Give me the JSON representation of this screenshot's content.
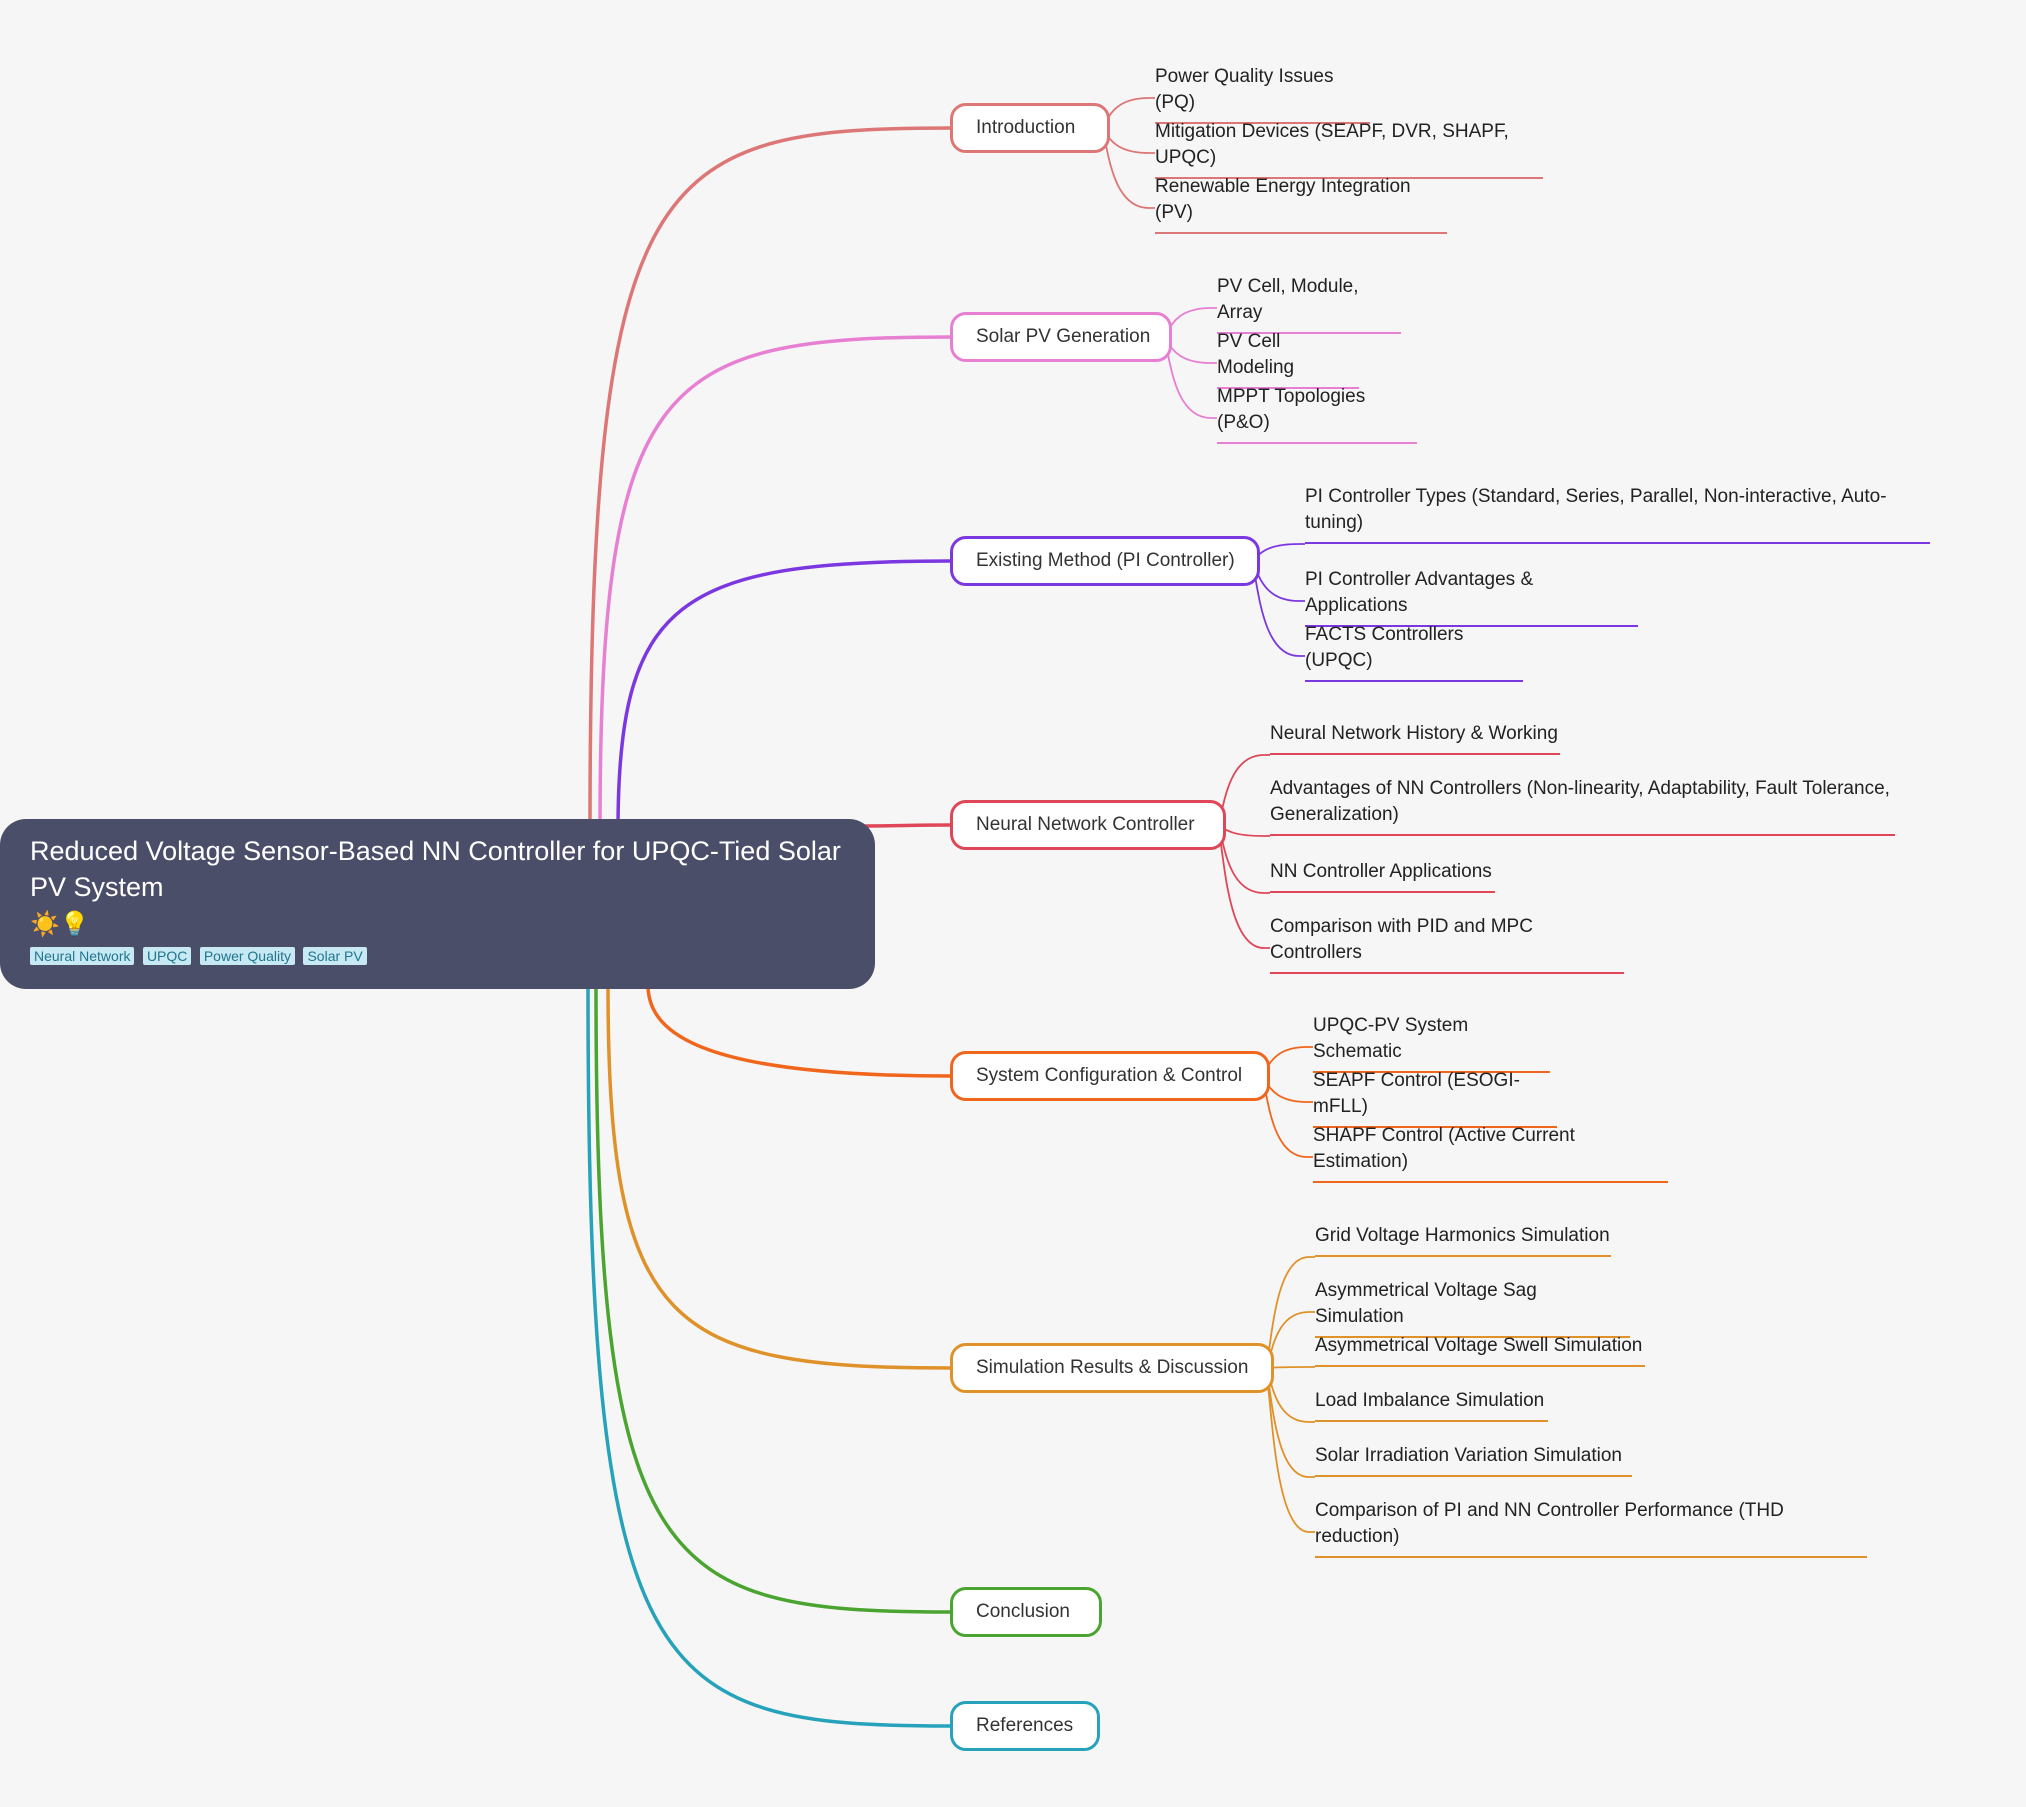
{
  "root": {
    "title": "Reduced Voltage Sensor-Based NN Controller for UPQC-Tied Solar PV System",
    "emoji": "☀️💡",
    "tags": [
      "Neural Network",
      "UPQC",
      "Power Quality",
      "Solar PV"
    ]
  },
  "branches": [
    {
      "label": "Introduction",
      "color": "#dd7676",
      "children": [
        "Power Quality Issues (PQ)",
        "Mitigation Devices (SEAPF, DVR, SHAPF, UPQC)",
        "Renewable Energy Integration (PV)"
      ]
    },
    {
      "label": "Solar PV Generation",
      "color": "#e77fd2",
      "children": [
        "PV Cell, Module, Array",
        "PV Cell Modeling",
        "MPPT Topologies (P&O)"
      ]
    },
    {
      "label": "Existing Method (PI Controller)",
      "color": "#7b38e0",
      "children": [
        "PI Controller Types (Standard, Series, Parallel, Non-interactive, Auto-tuning)",
        "PI Controller Advantages & Applications",
        "FACTS Controllers (UPQC)"
      ]
    },
    {
      "label": "Neural Network Controller",
      "color": "#df4758",
      "children": [
        "Neural Network History & Working",
        "Advantages of NN Controllers (Non-linearity, Adaptability, Fault Tolerance, Generalization)",
        "NN Controller Applications",
        "Comparison with PID and MPC Controllers"
      ]
    },
    {
      "label": "System Configuration & Control",
      "color": "#f0661d",
      "children": [
        "UPQC-PV System Schematic",
        "SEAPF Control (ESOGI-mFLL)",
        "SHAPF Control (Active Current Estimation)"
      ]
    },
    {
      "label": "Simulation Results & Discussion",
      "color": "#e0922a",
      "children": [
        "Grid Voltage Harmonics Simulation",
        "Asymmetrical Voltage Sag Simulation",
        "Asymmetrical Voltage Swell Simulation",
        "Load Imbalance Simulation",
        "Solar Irradiation Variation Simulation",
        "Comparison of PI and NN Controller Performance (THD reduction)"
      ]
    },
    {
      "label": "Conclusion",
      "color": "#4aa430",
      "children": []
    },
    {
      "label": "References",
      "color": "#26a2bb",
      "children": []
    }
  ]
}
